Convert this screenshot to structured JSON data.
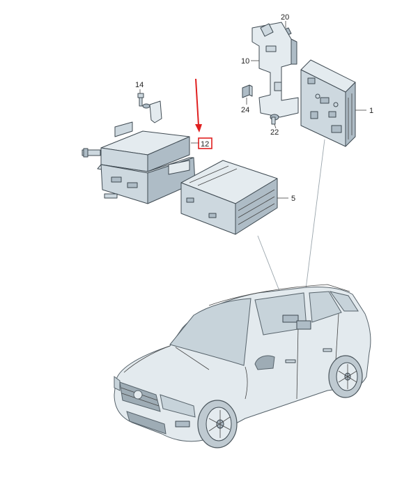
{
  "callouts": {
    "c1": "1",
    "c5": "5",
    "c10": "10",
    "c12": "12",
    "c14": "14",
    "c20": "20",
    "c22": "22",
    "c24": "24"
  },
  "highlight": {
    "color": "#e02020"
  }
}
